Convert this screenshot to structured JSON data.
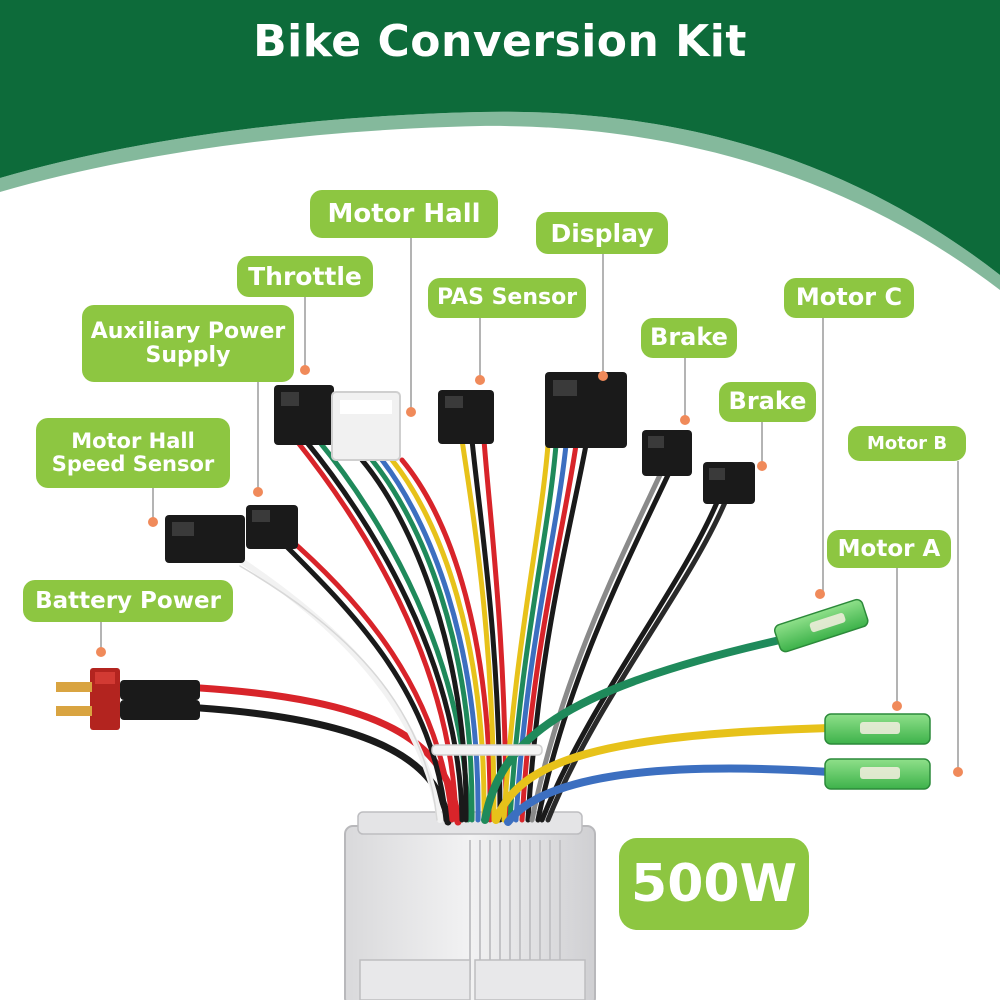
{
  "header": {
    "title": "Bike Conversion Kit",
    "band_color": "#0d6b3a"
  },
  "colors": {
    "tag_green": "#8dc641",
    "leader_line": "#9a9a9a",
    "marker_dot": "#f08a5a"
  },
  "labels": {
    "motor_hall": "Motor Hall",
    "display": "Display",
    "throttle": "Throttle",
    "pas_sensor": "PAS Sensor",
    "aux_power_line1": "Auxiliary Power",
    "aux_power_line2": "Supply",
    "brake_1": "Brake",
    "brake_2": "Brake",
    "motor_c": "Motor C",
    "motor_b": "Motor B",
    "motor_hall_speed_line1": "Motor Hall",
    "motor_hall_speed_line2": "Speed Sensor",
    "motor_a": "Motor A",
    "battery_power": "Battery Power"
  },
  "power_badge": "500W",
  "wire_colors": {
    "red": "#d8242a",
    "black": "#1a1a1a",
    "white": "#f2f2f2",
    "green": "#1f8a5b",
    "blue": "#3c6fc0",
    "yellow": "#e7c21a",
    "gray": "#8a8a8a"
  }
}
